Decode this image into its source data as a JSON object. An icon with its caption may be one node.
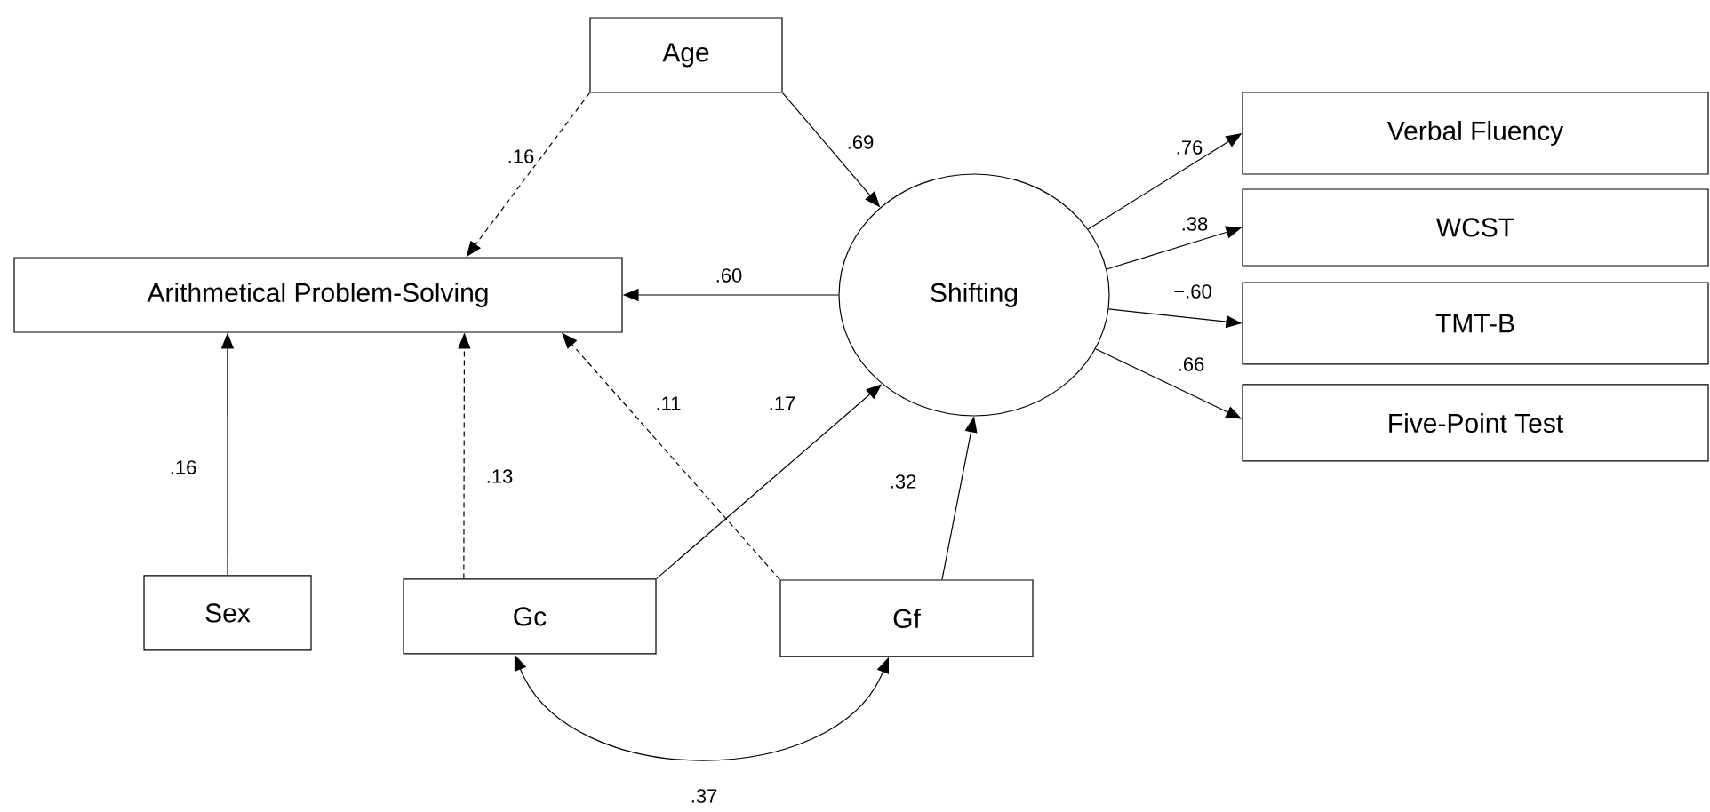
{
  "diagram": {
    "nodes": [
      {
        "text": [
          "Age"
        ]
      },
      {
        "text": [
          "Arithmetical Problem-Solving"
        ]
      },
      {
        "text": [
          "Shifting"
        ]
      },
      {
        "text": [
          "Verbal Fluency"
        ]
      },
      {
        "text": [
          "WCST"
        ]
      },
      {
        "text": [
          "TMT-B"
        ]
      },
      {
        "text": [
          "Five-Point Test"
        ]
      },
      {
        "text": [
          "Sex"
        ]
      },
      {
        "text": [
          "Gc"
        ]
      },
      {
        "text": [
          "Gf"
        ]
      }
    ],
    "edges": [
      {
        "from": 0,
        "to": 1,
        "arrow": "to",
        "label": ".16",
        "style": "dashed"
      },
      {
        "from": 0,
        "to": 2,
        "arrow": "to",
        "label": ".69"
      },
      {
        "from": 2,
        "to": 1,
        "arrow": "to",
        "label": ".60"
      },
      {
        "from": 2,
        "to": 3,
        "arrow": "to",
        "label": ".76"
      },
      {
        "from": 2,
        "to": 4,
        "arrow": "to",
        "label": ".38"
      },
      {
        "from": 2,
        "to": 5,
        "arrow": "to",
        "label": "−.60"
      },
      {
        "from": 2,
        "to": 6,
        "arrow": "to",
        "label": ".66"
      },
      {
        "from": 7,
        "to": 1,
        "arrow": "to",
        "label": ".16"
      },
      {
        "from": 8,
        "to": 1,
        "arrow": "to",
        "label": ".13",
        "style": "dashed"
      },
      {
        "from": 9,
        "to": 1,
        "arrow": "to",
        "label": ".11",
        "style": "dashed"
      },
      {
        "from": 8,
        "to": 2,
        "arrow": "to",
        "label": ".17"
      },
      {
        "from": 9,
        "to": 2,
        "arrow": "to",
        "label": ".32"
      },
      {
        "from": 8,
        "to": 9,
        "arrow": "both",
        "label": ".37"
      }
    ]
  }
}
